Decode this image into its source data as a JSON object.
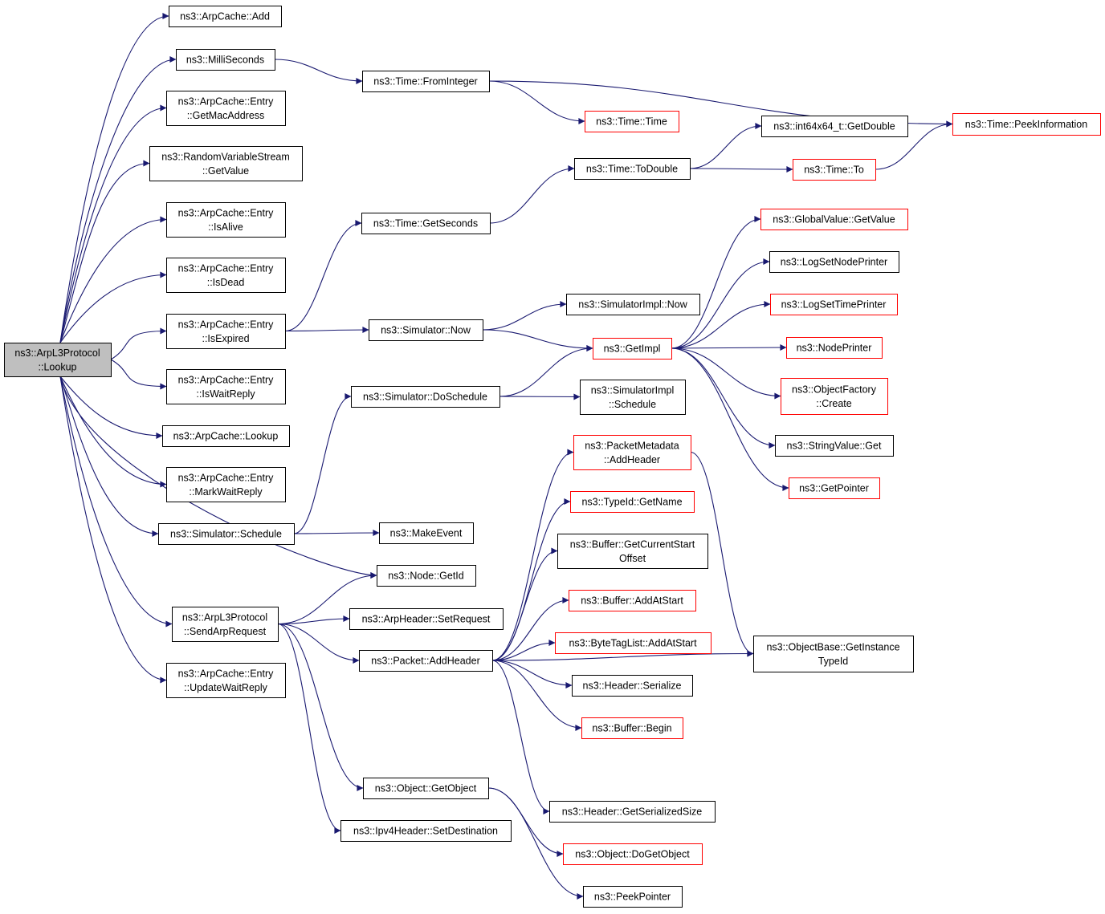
{
  "graph": {
    "nodes": [
      {
        "id": "root",
        "lines": [
          "ns3::ArpL3Protocol",
          "::Lookup"
        ],
        "kind": "root"
      },
      {
        "id": "arpcache_add",
        "lines": [
          "ns3::ArpCache::Add"
        ],
        "kind": "normal"
      },
      {
        "id": "milliseconds",
        "lines": [
          "ns3::MilliSeconds"
        ],
        "kind": "normal"
      },
      {
        "id": "getmacaddress",
        "lines": [
          "ns3::ArpCache::Entry",
          "::GetMacAddress"
        ],
        "kind": "normal"
      },
      {
        "id": "rvs_getvalue",
        "lines": [
          "ns3::RandomVariableStream",
          "::GetValue"
        ],
        "kind": "normal"
      },
      {
        "id": "isalive",
        "lines": [
          "ns3::ArpCache::Entry",
          "::IsAlive"
        ],
        "kind": "normal"
      },
      {
        "id": "isdead",
        "lines": [
          "ns3::ArpCache::Entry",
          "::IsDead"
        ],
        "kind": "normal"
      },
      {
        "id": "isexpired",
        "lines": [
          "ns3::ArpCache::Entry",
          "::IsExpired"
        ],
        "kind": "normal"
      },
      {
        "id": "iswaitreply",
        "lines": [
          "ns3::ArpCache::Entry",
          "::IsWaitReply"
        ],
        "kind": "normal"
      },
      {
        "id": "arpcache_lookup",
        "lines": [
          "ns3::ArpCache::Lookup"
        ],
        "kind": "normal"
      },
      {
        "id": "markwaitreply",
        "lines": [
          "ns3::ArpCache::Entry",
          "::MarkWaitReply"
        ],
        "kind": "normal"
      },
      {
        "id": "sim_schedule",
        "lines": [
          "ns3::Simulator::Schedule"
        ],
        "kind": "normal"
      },
      {
        "id": "node_getid",
        "lines": [
          "ns3::Node::GetId"
        ],
        "kind": "normal"
      },
      {
        "id": "sendarprequest",
        "lines": [
          "ns3::ArpL3Protocol",
          "::SendArpRequest"
        ],
        "kind": "normal"
      },
      {
        "id": "updatewaitreply",
        "lines": [
          "ns3::ArpCache::Entry",
          "::UpdateWaitReply"
        ],
        "kind": "normal"
      },
      {
        "id": "time_frominteger",
        "lines": [
          "ns3::Time::FromInteger"
        ],
        "kind": "normal"
      },
      {
        "id": "time_time",
        "lines": [
          "ns3::Time::Time"
        ],
        "kind": "trunc"
      },
      {
        "id": "time_getseconds",
        "lines": [
          "ns3::Time::GetSeconds"
        ],
        "kind": "normal"
      },
      {
        "id": "sim_now",
        "lines": [
          "ns3::Simulator::Now"
        ],
        "kind": "normal"
      },
      {
        "id": "sim_doschedule",
        "lines": [
          "ns3::Simulator::DoSchedule"
        ],
        "kind": "normal"
      },
      {
        "id": "makeevent",
        "lines": [
          "ns3::MakeEvent"
        ],
        "kind": "normal"
      },
      {
        "id": "arpheader_setrequest",
        "lines": [
          "ns3::ArpHeader::SetRequest"
        ],
        "kind": "normal"
      },
      {
        "id": "packet_addheader",
        "lines": [
          "ns3::Packet::AddHeader"
        ],
        "kind": "normal"
      },
      {
        "id": "object_getobject",
        "lines": [
          "ns3::Object::GetObject"
        ],
        "kind": "normal"
      },
      {
        "id": "ipv4_setdestination",
        "lines": [
          "ns3::Ipv4Header::SetDestination"
        ],
        "kind": "normal"
      },
      {
        "id": "time_todouble",
        "lines": [
          "ns3::Time::ToDouble"
        ],
        "kind": "normal"
      },
      {
        "id": "simimpl_now",
        "lines": [
          "ns3::SimulatorImpl::Now"
        ],
        "kind": "normal"
      },
      {
        "id": "getimpl",
        "lines": [
          "ns3::GetImpl"
        ],
        "kind": "trunc"
      },
      {
        "id": "simimpl_schedule",
        "lines": [
          "ns3::SimulatorImpl",
          "::Schedule"
        ],
        "kind": "normal"
      },
      {
        "id": "pm_addheader",
        "lines": [
          "ns3::PacketMetadata",
          "::AddHeader"
        ],
        "kind": "trunc"
      },
      {
        "id": "typeid_getname",
        "lines": [
          "ns3::TypeId::GetName"
        ],
        "kind": "trunc"
      },
      {
        "id": "buffer_getcurrentstart",
        "lines": [
          "ns3::Buffer::GetCurrentStart",
          "Offset"
        ],
        "kind": "normal"
      },
      {
        "id": "buffer_addatstart",
        "lines": [
          "ns3::Buffer::AddAtStart"
        ],
        "kind": "trunc"
      },
      {
        "id": "bytetaglist_addatstart",
        "lines": [
          "ns3::ByteTagList::AddAtStart"
        ],
        "kind": "trunc"
      },
      {
        "id": "header_serialize",
        "lines": [
          "ns3::Header::Serialize"
        ],
        "kind": "normal"
      },
      {
        "id": "buffer_begin",
        "lines": [
          "ns3::Buffer::Begin"
        ],
        "kind": "trunc"
      },
      {
        "id": "header_getserializedsize",
        "lines": [
          "ns3::Header::GetSerializedSize"
        ],
        "kind": "normal"
      },
      {
        "id": "object_dogetobject",
        "lines": [
          "ns3::Object::DoGetObject"
        ],
        "kind": "trunc"
      },
      {
        "id": "peekpointer",
        "lines": [
          "ns3::PeekPointer"
        ],
        "kind": "normal"
      },
      {
        "id": "int64_getdouble",
        "lines": [
          "ns3::int64x64_t::GetDouble"
        ],
        "kind": "normal"
      },
      {
        "id": "time_to",
        "lines": [
          "ns3::Time::To"
        ],
        "kind": "trunc"
      },
      {
        "id": "globalvalue_getvalue",
        "lines": [
          "ns3::GlobalValue::GetValue"
        ],
        "kind": "trunc"
      },
      {
        "id": "logsetnodeprinter",
        "lines": [
          "ns3::LogSetNodePrinter"
        ],
        "kind": "normal"
      },
      {
        "id": "logsettimeprinter",
        "lines": [
          "ns3::LogSetTimePrinter"
        ],
        "kind": "trunc"
      },
      {
        "id": "nodeprinter",
        "lines": [
          "ns3::NodePrinter"
        ],
        "kind": "trunc"
      },
      {
        "id": "objectfactory_create",
        "lines": [
          "ns3::ObjectFactory",
          "::Create"
        ],
        "kind": "trunc"
      },
      {
        "id": "stringvalue_get",
        "lines": [
          "ns3::StringValue::Get"
        ],
        "kind": "normal"
      },
      {
        "id": "getpointer",
        "lines": [
          "ns3::GetPointer"
        ],
        "kind": "trunc"
      },
      {
        "id": "objectbase_getinstancetypeid",
        "lines": [
          "ns3::ObjectBase::GetInstance",
          "TypeId"
        ],
        "kind": "normal"
      },
      {
        "id": "time_peekinformation",
        "lines": [
          "ns3::Time::PeekInformation"
        ],
        "kind": "trunc"
      }
    ],
    "edges": [
      [
        "root",
        "arpcache_add"
      ],
      [
        "root",
        "milliseconds"
      ],
      [
        "root",
        "getmacaddress"
      ],
      [
        "root",
        "rvs_getvalue"
      ],
      [
        "root",
        "isalive"
      ],
      [
        "root",
        "isdead"
      ],
      [
        "root",
        "isexpired"
      ],
      [
        "root",
        "iswaitreply"
      ],
      [
        "root",
        "arpcache_lookup"
      ],
      [
        "root",
        "markwaitreply"
      ],
      [
        "root",
        "sim_schedule"
      ],
      [
        "root",
        "node_getid"
      ],
      [
        "root",
        "sendarprequest"
      ],
      [
        "root",
        "updatewaitreply"
      ],
      [
        "milliseconds",
        "time_frominteger"
      ],
      [
        "time_frominteger",
        "time_time"
      ],
      [
        "time_frominteger",
        "time_peekinformation"
      ],
      [
        "isexpired",
        "time_getseconds"
      ],
      [
        "isexpired",
        "sim_now"
      ],
      [
        "time_getseconds",
        "time_todouble"
      ],
      [
        "time_todouble",
        "int64_getdouble"
      ],
      [
        "time_todouble",
        "time_to"
      ],
      [
        "time_to",
        "time_peekinformation"
      ],
      [
        "sim_now",
        "simimpl_now"
      ],
      [
        "sim_now",
        "getimpl"
      ],
      [
        "sim_schedule",
        "sim_doschedule"
      ],
      [
        "sim_schedule",
        "makeevent"
      ],
      [
        "sim_doschedule",
        "getimpl"
      ],
      [
        "sim_doschedule",
        "simimpl_schedule"
      ],
      [
        "getimpl",
        "globalvalue_getvalue"
      ],
      [
        "getimpl",
        "logsetnodeprinter"
      ],
      [
        "getimpl",
        "logsettimeprinter"
      ],
      [
        "getimpl",
        "nodeprinter"
      ],
      [
        "getimpl",
        "objectfactory_create"
      ],
      [
        "getimpl",
        "stringvalue_get"
      ],
      [
        "getimpl",
        "getpointer"
      ],
      [
        "sendarprequest",
        "node_getid"
      ],
      [
        "sendarprequest",
        "arpheader_setrequest"
      ],
      [
        "sendarprequest",
        "packet_addheader"
      ],
      [
        "sendarprequest",
        "object_getobject"
      ],
      [
        "sendarprequest",
        "ipv4_setdestination"
      ],
      [
        "packet_addheader",
        "pm_addheader"
      ],
      [
        "packet_addheader",
        "typeid_getname"
      ],
      [
        "packet_addheader",
        "buffer_getcurrentstart"
      ],
      [
        "packet_addheader",
        "buffer_addatstart"
      ],
      [
        "packet_addheader",
        "bytetaglist_addatstart"
      ],
      [
        "packet_addheader",
        "header_serialize"
      ],
      [
        "packet_addheader",
        "buffer_begin"
      ],
      [
        "packet_addheader",
        "header_getserializedsize"
      ],
      [
        "packet_addheader",
        "objectbase_getinstancetypeid"
      ],
      [
        "pm_addheader",
        "objectbase_getinstancetypeid"
      ],
      [
        "object_getobject",
        "object_dogetobject"
      ],
      [
        "object_getobject",
        "peekpointer"
      ]
    ]
  },
  "colors": {
    "edge": "#191970",
    "border": "#000000",
    "truncated_border": "#ff0000",
    "root_fill": "#bfbfbf"
  }
}
